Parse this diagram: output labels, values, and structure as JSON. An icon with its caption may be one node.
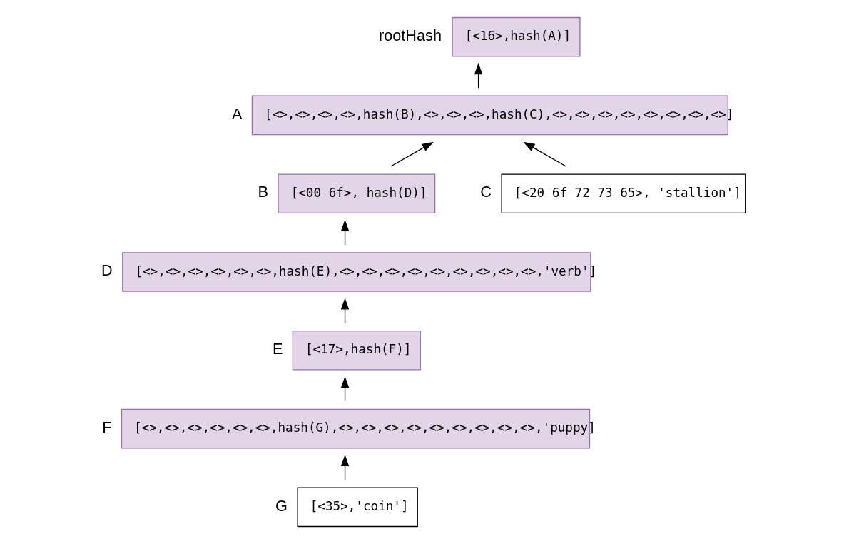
{
  "diagram": {
    "nodes": [
      {
        "text": [
          "[<16>,hash(A)]"
        ],
        "beside": [
          "rootHash"
        ]
      },
      {
        "text": [
          "[<>,<>,<>,<>,hash(B),<>,<>,<>,hash(C),<>,<>,<>,<>,<>,<>,<>,<>]"
        ],
        "beside": [
          "A"
        ]
      },
      {
        "text": [
          "[<00 6f>, hash(D)]"
        ],
        "beside": [
          "B"
        ]
      },
      {
        "text": [
          "[<20 6f 72 73 65>, 'stallion']"
        ],
        "beside": [
          "C"
        ]
      },
      {
        "text": [
          "[<>,<>,<>,<>,<>,<>,hash(E),<>,<>,<>,<>,<>,<>,<>,<>,<>,'verb']"
        ],
        "beside": [
          "D"
        ]
      },
      {
        "text": [
          "[<17>,hash(F)]"
        ],
        "beside": [
          "E"
        ]
      },
      {
        "text": [
          "[<>,<>,<>,<>,<>,<>,hash(G),<>,<>,<>,<>,<>,<>,<>,<>,<>,'puppy]"
        ],
        "beside": [
          "F"
        ]
      },
      {
        "text": [
          "[<35>,'coin']"
        ],
        "beside": [
          "G"
        ]
      }
    ],
    "edges": [
      {
        "from": 1,
        "to": 0,
        "arrow": "to"
      },
      {
        "from": 2,
        "to": 1,
        "arrow": "to"
      },
      {
        "from": 3,
        "to": 1,
        "arrow": "to"
      },
      {
        "from": 4,
        "to": 2,
        "arrow": "to"
      },
      {
        "from": 5,
        "to": 4,
        "arrow": "to"
      },
      {
        "from": 6,
        "to": 5,
        "arrow": "to"
      },
      {
        "from": 7,
        "to": 6,
        "arrow": "to"
      }
    ]
  }
}
